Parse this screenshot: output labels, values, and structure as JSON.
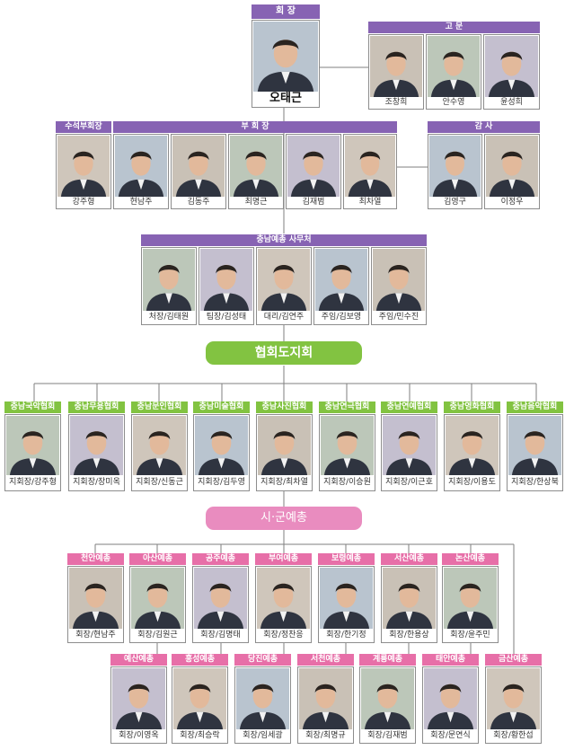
{
  "president": {
    "header": "회 장",
    "name": "오태근"
  },
  "advisors": {
    "header": "고 문",
    "members": [
      "조창희",
      "안수영",
      "윤성희"
    ]
  },
  "senior_vp": {
    "header": "수석부회장",
    "name": "강주형"
  },
  "vice_presidents": {
    "header": "부 회 장",
    "members": [
      "현남주",
      "김동주",
      "최명근",
      "김재범",
      "최차열"
    ]
  },
  "auditors": {
    "header": "감 사",
    "members": [
      "김영구",
      "이정우"
    ]
  },
  "secretariat": {
    "header": "충남예총 사무처",
    "members": [
      "처장/김태원",
      "팀장/김성태",
      "대리/김연주",
      "주임/김보영",
      "주임/민수진"
    ]
  },
  "branches_label": "협회도지회",
  "branches": [
    {
      "header": "충남국악협회",
      "name": "지회장/강주형"
    },
    {
      "header": "충남무용협회",
      "name": "지회장/장미옥"
    },
    {
      "header": "충남문인협회",
      "name": "지회장/신동근"
    },
    {
      "header": "충남미술협회",
      "name": "지회장/김두영"
    },
    {
      "header": "충남사진협회",
      "name": "지회장/최차열"
    },
    {
      "header": "충남연극협회",
      "name": "지회장/이승원"
    },
    {
      "header": "충남연예협회",
      "name": "지회장/이근호"
    },
    {
      "header": "충남영화협회",
      "name": "지회장/이용도"
    },
    {
      "header": "충남음악협회",
      "name": "지회장/한상북"
    }
  ],
  "cities_label": "시·군예총",
  "cities_row1": [
    {
      "header": "천안예총",
      "name": "회장/현남주"
    },
    {
      "header": "아산예총",
      "name": "회장/김원근"
    },
    {
      "header": "공주예총",
      "name": "회장/김명태"
    },
    {
      "header": "부여예총",
      "name": "회장/정찬응"
    },
    {
      "header": "보령예총",
      "name": "회장/한기정"
    },
    {
      "header": "서산예총",
      "name": "회장/한용상"
    },
    {
      "header": "논산예총",
      "name": "회장/윤주민"
    }
  ],
  "cities_row2": [
    {
      "header": "예산예총",
      "name": "회장/이영옥"
    },
    {
      "header": "홍성예총",
      "name": "회장/최승락"
    },
    {
      "header": "당진예총",
      "name": "회장/임세광"
    },
    {
      "header": "서천예총",
      "name": "회장/최명규"
    },
    {
      "header": "계룡예총",
      "name": "회장/김재범"
    },
    {
      "header": "태안예총",
      "name": "회장/문연식"
    },
    {
      "header": "금산예총",
      "name": "회장/황한섭"
    }
  ]
}
